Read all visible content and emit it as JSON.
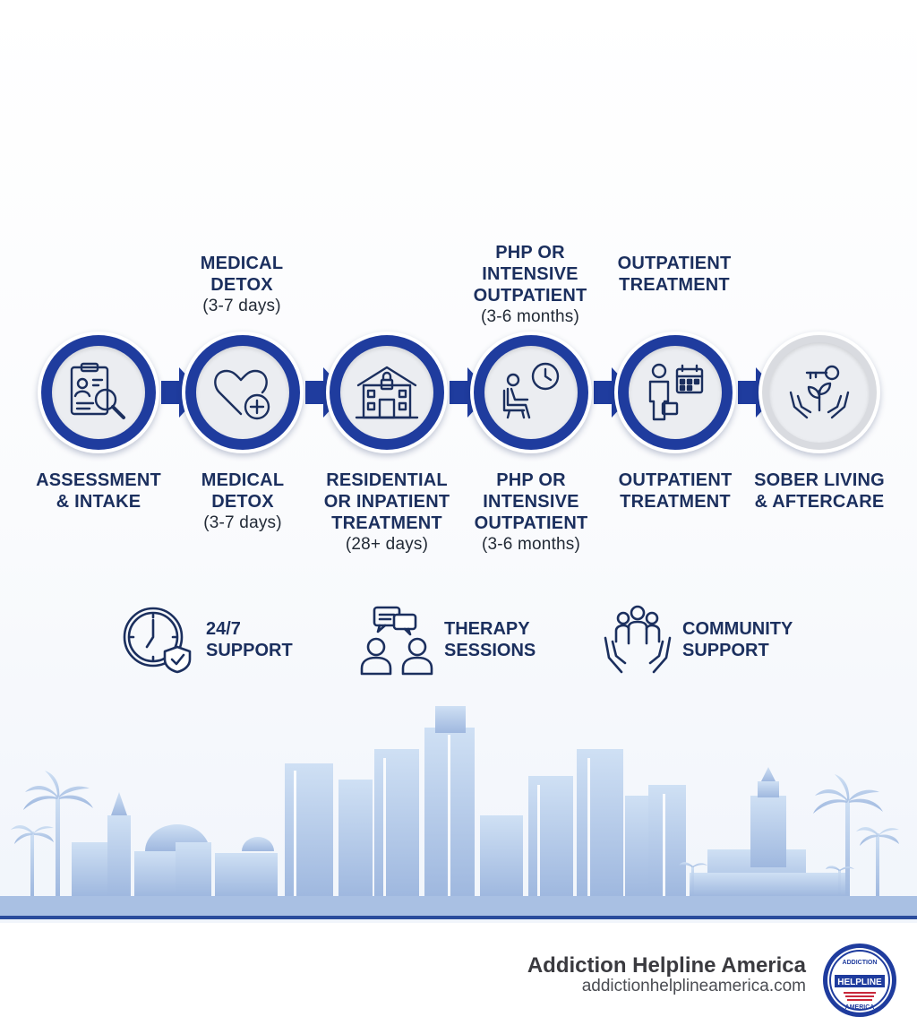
{
  "steps": [
    {
      "title_lines": [
        "ASSESSMENT",
        "& INTAKE"
      ],
      "sub": "",
      "icon": "clipboard-search-icon"
    },
    {
      "title_lines": [
        "MEDICAL",
        "DETOX"
      ],
      "sub": "(3-7 days)",
      "icon": "heart-plus-icon"
    },
    {
      "title_lines": [
        "RESIDENTIAL",
        "OR INPATIENT",
        "TREATMENT"
      ],
      "sub": "(28+ days)",
      "icon": "facility-building-icon"
    },
    {
      "title_lines": [
        "PHP OR",
        "INTENSIVE",
        "OUTPATIENT"
      ],
      "sub": "(3-6 months)",
      "icon": "patient-clock-icon"
    },
    {
      "title_lines": [
        "OUTPATIENT",
        "TREATMENT"
      ],
      "sub": "",
      "icon": "person-calendar-icon"
    },
    {
      "title_lines": [
        "SOBER LIVING",
        "& AFTERCARE"
      ],
      "sub": "",
      "icon": "key-hands-icon"
    }
  ],
  "top_labels": [
    {
      "title_lines": [
        "MEDICAL",
        "DETOX"
      ],
      "sub": "(3-7 days)"
    },
    {
      "title_lines": [
        "PHP OR",
        "INTENSIVE",
        "OUTPATIENT"
      ],
      "sub": "(3-6 months)"
    },
    {
      "title_lines": [
        "OUTPATIENT",
        "TREATMENT"
      ],
      "sub": ""
    }
  ],
  "support": [
    {
      "lines": [
        "24/7",
        "SUPPORT"
      ],
      "icon": "clock-shield-icon"
    },
    {
      "lines": [
        "THERAPY",
        "SESSIONS"
      ],
      "icon": "chat-people-icon"
    },
    {
      "lines": [
        "COMMUNITY",
        "SUPPORT"
      ],
      "icon": "community-hands-icon"
    }
  ],
  "brand": {
    "name": "Addiction Helpline America",
    "url": "addictionhelplineamerica.com",
    "logo_text": "ADDICTION HELPLINE AMERICA"
  },
  "colors": {
    "navy": "#1b2f5e",
    "ring_blue": "#1f3c9e",
    "skyline": "#b7cbe8",
    "ground_line": "#2a4c9c"
  }
}
